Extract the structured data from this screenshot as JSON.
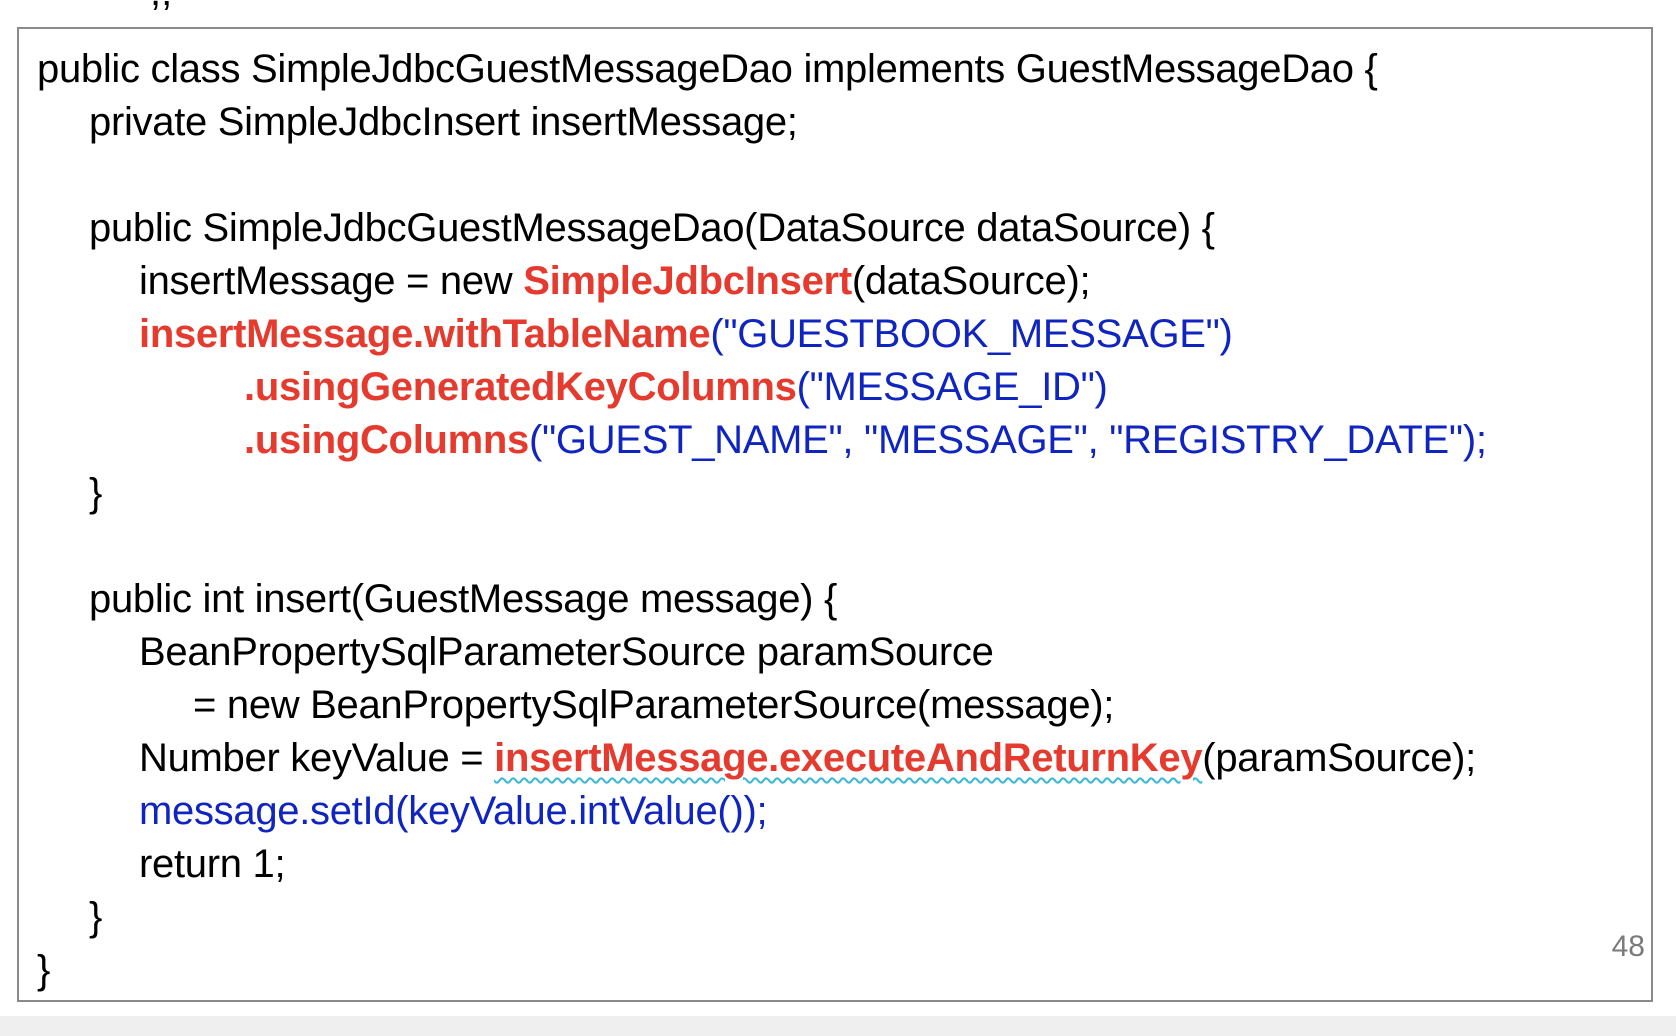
{
  "top_fragment": ",;",
  "page_number": "48",
  "code": {
    "line1": "public class SimpleJdbcGuestMessageDao implements GuestMessageDao {",
    "line2": "private SimpleJdbcInsert insertMessage;",
    "line3": "public SimpleJdbcGuestMessageDao(DataSource dataSource) {",
    "line4_a": "insertMessage = new ",
    "line4_b": "SimpleJdbcInsert",
    "line4_c": "(dataSource);",
    "line5_a": "insertMessage.withTableName",
    "line5_b": "(\"GUESTBOOK_MESSAGE\")",
    "line6_a": ".usingGeneratedKeyColumns",
    "line6_b": "(\"MESSAGE_ID\")",
    "line7_a": ".usingColumns",
    "line7_b": "(\"GUEST_NAME\", \"MESSAGE\", \"REGISTRY_DATE\");",
    "line8": "}",
    "line9": "public int insert(GuestMessage message) {",
    "line10": "BeanPropertySqlParameterSource paramSource",
    "line11": "= new BeanPropertySqlParameterSource(message);",
    "line12_a": "Number keyValue = ",
    "line12_b": "insertMessage.executeAndReturnKey",
    "line12_c": "(paramSource);",
    "line13": "message.setId(keyValue.intValue());",
    "line14": "return 1;",
    "line15": "}",
    "line16": "}"
  },
  "colors": {
    "highlight_red": "#e53a2e",
    "string_blue": "#1025c0",
    "squiggle_cyan": "#39b7d6",
    "border_gray": "#8a8a8a"
  }
}
